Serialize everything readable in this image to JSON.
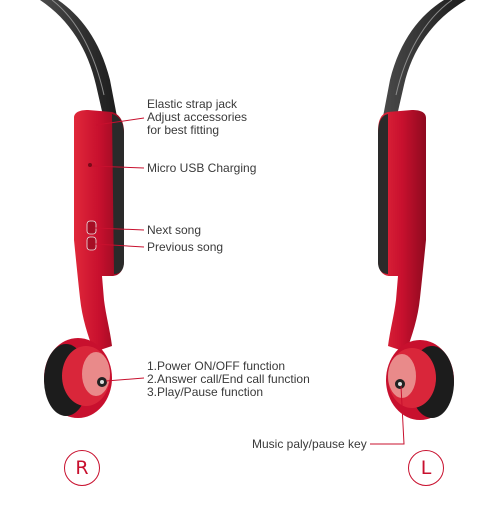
{
  "right_side": {
    "strap_jack": [
      "Elastic strap jack",
      "Adjust accessories",
      "for best fitting"
    ],
    "usb": "Micro USB Charging",
    "next_song": "Next song",
    "previous_song": "Previous song",
    "power": [
      "1.Power ON/OFF function",
      "2.Answer call/End call function",
      "3.Play/Pause function"
    ],
    "badge": "R"
  },
  "left_side": {
    "music_key": "Music paly/pause key",
    "badge": "L"
  },
  "colors": {
    "body_red": "#c8102e",
    "band_dark": "#2b2b2b",
    "leader_line": "#c8102e",
    "text": "#3a3a3a"
  },
  "icons": {
    "right_badge": "circled-r-icon",
    "left_badge": "circled-l-icon"
  }
}
